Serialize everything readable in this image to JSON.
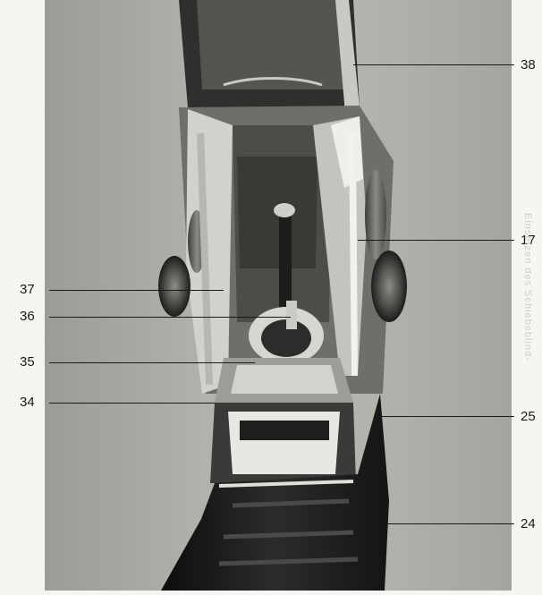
{
  "figure": {
    "callouts": [
      {
        "num": "38",
        "side": "right"
      },
      {
        "num": "17",
        "side": "right"
      },
      {
        "num": "37",
        "side": "left"
      },
      {
        "num": "36",
        "side": "left"
      },
      {
        "num": "35",
        "side": "left"
      },
      {
        "num": "34",
        "side": "left"
      },
      {
        "num": "25",
        "side": "right"
      },
      {
        "num": "24",
        "side": "right"
      }
    ],
    "bleed_text": "Einsetzen des Schiebeblind-"
  }
}
